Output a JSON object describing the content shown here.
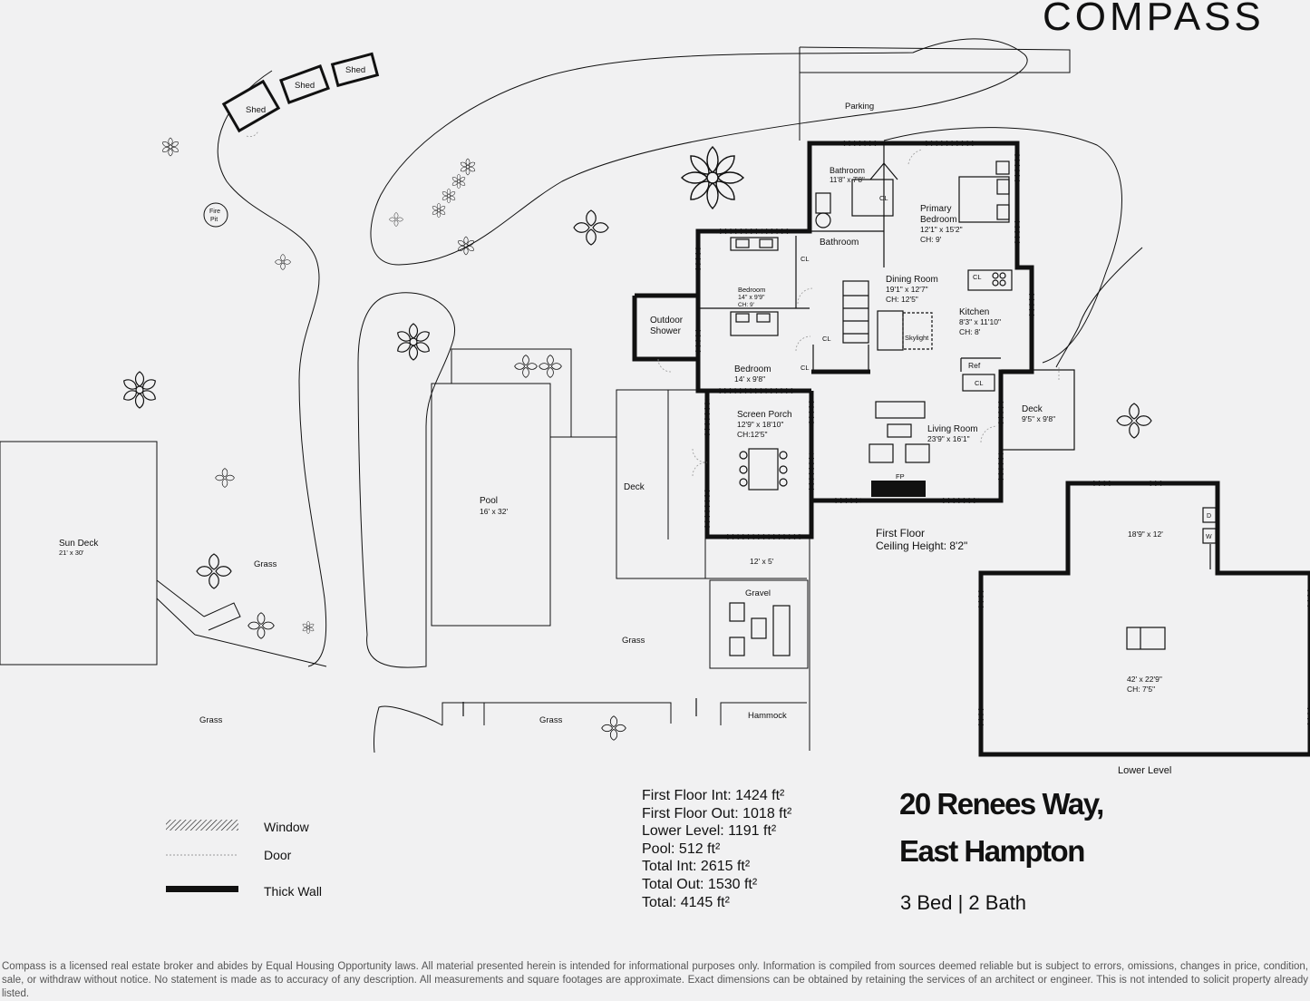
{
  "brand": "COMPASS",
  "rooms": [
    {
      "name": "Bathroom",
      "dims": "11'8\" x 7'8\""
    },
    {
      "name": "Primary",
      "name2": "Bedroom",
      "dims": "12'1\" x 15'2\"",
      "ch": "CH: 9'"
    },
    {
      "name": "Bathroom"
    },
    {
      "name": "Bedroom",
      "dims": "14'' x 9'9\"",
      "ch": "CH: 9'"
    },
    {
      "name": "Dining Room",
      "dims": "19'1\" x 12'7\"",
      "ch": "CH: 12'5\""
    },
    {
      "name": "Kitchen",
      "dims": "8'3\" x 11'10\"",
      "ch": "CH: 8'"
    },
    {
      "name": "Bedroom",
      "dims": "14' x 9'8\""
    },
    {
      "name": "Screen Porch",
      "dims": "12'9\" x 18'10\"",
      "ch": "CH:12'5\""
    },
    {
      "name": "Living Room",
      "dims": "23'9\" x 16'1\""
    },
    {
      "name": "Deck",
      "dims": "9'5\" x 9'8\""
    },
    {
      "name": "Outdoor",
      "name2": "Shower"
    },
    {
      "name": "Pool",
      "dims": "16' x 32'"
    },
    {
      "name": "Sun Deck",
      "dims": "21' x 30'"
    },
    {
      "name": "Deck"
    }
  ],
  "small_labels": {
    "cl": "CL",
    "ref": "Ref",
    "fp": "FP",
    "skylight": "Skylight",
    "fire": "Fire",
    "pit": "Pit",
    "shed": "Shed",
    "d": "D",
    "w": "W"
  },
  "site_labels": {
    "parking": "Parking",
    "grass": "Grass",
    "gravel": "Gravel",
    "hammock": "Hammock",
    "deck_small": "12' x 5'"
  },
  "first_floor": {
    "line1": "First Floor",
    "line2": "Ceiling Height: 8'2\""
  },
  "lower_level": {
    "title": "Lower Level",
    "room1": "18'9\" x 12'",
    "room2": "42' x 22'9\"",
    "ch": "CH: 7'5\""
  },
  "legend": {
    "window": "Window",
    "door": "Door",
    "thick_wall": "Thick Wall"
  },
  "stats": [
    "First Floor Int: 1424 ft²",
    "First Floor Out: 1018 ft²",
    "Lower Level: 1191 ft²",
    "Pool: 512 ft²",
    "Total Int: 2615 ft²",
    "Total Out: 1530 ft²",
    "Total: 4145 ft²"
  ],
  "address": {
    "line1": "20 Renees Way,",
    "line2": "East Hampton",
    "beds_baths": "3 Bed | 2 Bath"
  },
  "disclaimer": "Compass is a licensed real estate broker and abides by Equal Housing Opportunity laws. All material presented herein is intended for informational purposes only. Information is compiled from sources deemed reliable but is subject to errors, omissions, changes in price, condition, sale, or withdraw without notice. No statement is made as to accuracy of any description. All measurements and square footages are approximate. Exact dimensions can be obtained by retaining the services of an architect or engineer. This is not intended to solicit property already listed."
}
